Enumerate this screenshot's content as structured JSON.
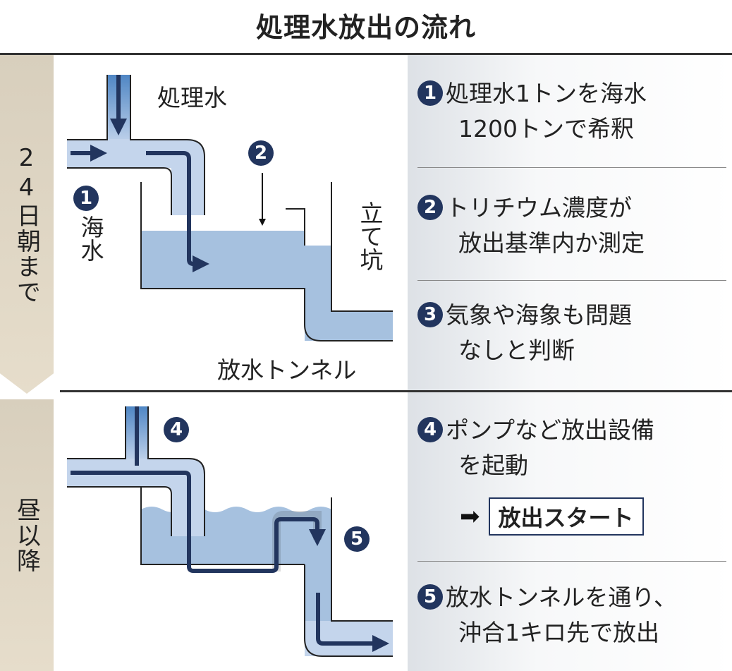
{
  "title": "処理水放出の流れ",
  "phases": [
    "24日朝まで",
    "昼以降"
  ],
  "diagram": {
    "treated_water": "処理水",
    "sea_water": "海水",
    "shaft": "立て坑",
    "tunnel": "放水トンネル",
    "markers": [
      "1",
      "2",
      "4",
      "5"
    ]
  },
  "steps": [
    {
      "num": "1",
      "line1": "処理水1トンを海水",
      "line2": "1200トンで希釈"
    },
    {
      "num": "2",
      "line1": "トリチウム濃度が",
      "line2": "放出基準内か測定"
    },
    {
      "num": "3",
      "line1": "気象や海象も問題",
      "line2": "なしと判断"
    },
    {
      "num": "4",
      "line1": "ポンプなど放出設備",
      "line2": "を起動"
    },
    {
      "num": "5",
      "line1": "放水トンネルを通り、",
      "line2": "沖合1キロ先で放出"
    }
  ],
  "start_label": "放出スタート",
  "colors": {
    "navy": "#22355e",
    "water": "#a6c1df",
    "pipe": "#c4d5ec",
    "beige": "#dcd3c1"
  }
}
